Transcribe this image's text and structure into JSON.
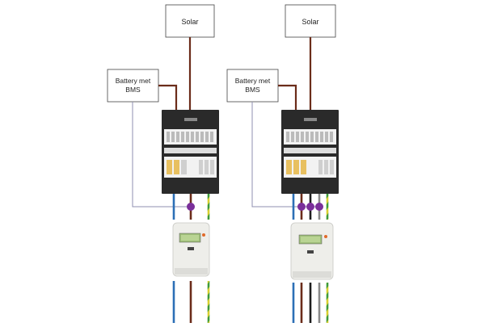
{
  "left_system": {
    "solar_label": "Solar",
    "battery_label_line1": "Battery met",
    "battery_label_line2": "BMS",
    "phases": 1
  },
  "right_system": {
    "solar_label": "Solar",
    "battery_label_line1": "Battery met",
    "battery_label_line2": "BMS",
    "phases": 3
  },
  "colors": {
    "wire_solar": "#6b2c1a",
    "wire_blue": "#2c6fb6",
    "wire_brown": "#6b2c1a",
    "wire_black": "#1e1e1e",
    "wire_grey": "#8a8a8a",
    "wire_earth_green": "#3d9a3a",
    "wire_earth_yellow": "#d9cf2e",
    "connection_dot": "#7a2f9a",
    "battery_link": "#8f8fb0",
    "panel_body": "#2a2a2a",
    "meter_body": "#eeeeea"
  }
}
